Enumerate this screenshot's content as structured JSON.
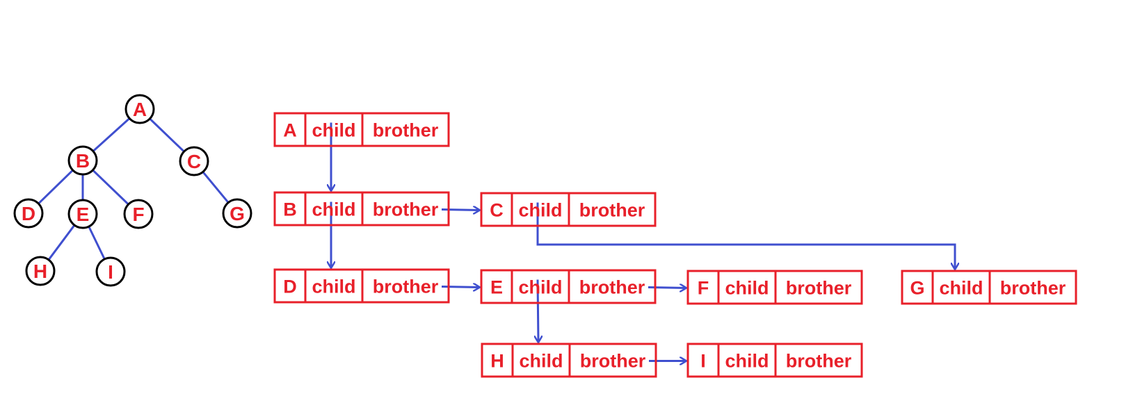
{
  "colors": {
    "node_text": "#e8202a",
    "node_circle_stroke": "#000000",
    "tree_edge": "#3f4fcf",
    "box_stroke": "#e8202a",
    "box_text": "#e8202a",
    "arrow": "#3f4fcf",
    "background": "#ffffff"
  },
  "tree": {
    "nodes": [
      {
        "id": "A",
        "label": "A"
      },
      {
        "id": "B",
        "label": "B"
      },
      {
        "id": "C",
        "label": "C"
      },
      {
        "id": "D",
        "label": "D"
      },
      {
        "id": "E",
        "label": "E"
      },
      {
        "id": "F",
        "label": "F"
      },
      {
        "id": "G",
        "label": "G"
      },
      {
        "id": "H",
        "label": "H"
      },
      {
        "id": "I",
        "label": "I"
      }
    ],
    "edges": [
      [
        "A",
        "B"
      ],
      [
        "A",
        "C"
      ],
      [
        "B",
        "D"
      ],
      [
        "B",
        "E"
      ],
      [
        "B",
        "F"
      ],
      [
        "C",
        "G"
      ],
      [
        "E",
        "H"
      ],
      [
        "E",
        "I"
      ]
    ]
  },
  "records": [
    {
      "id": "A",
      "name": "A",
      "child": "child",
      "brother": "brother"
    },
    {
      "id": "B",
      "name": "B",
      "child": "child",
      "brother": "brother"
    },
    {
      "id": "C",
      "name": "C",
      "child": "child",
      "brother": "brother"
    },
    {
      "id": "D",
      "name": "D",
      "child": "child",
      "brother": "brother"
    },
    {
      "id": "E",
      "name": "E",
      "child": "child",
      "brother": "brother"
    },
    {
      "id": "F",
      "name": "F",
      "child": "child",
      "brother": "brother"
    },
    {
      "id": "G",
      "name": "G",
      "child": "child",
      "brother": "brother"
    },
    {
      "id": "H",
      "name": "H",
      "child": "child",
      "brother": "brother"
    },
    {
      "id": "I",
      "name": "I",
      "child": "child",
      "brother": "brother"
    }
  ],
  "pointers": [
    {
      "from": "A",
      "field": "child",
      "to": "B"
    },
    {
      "from": "B",
      "field": "child",
      "to": "D"
    },
    {
      "from": "B",
      "field": "brother",
      "to": "C"
    },
    {
      "from": "C",
      "field": "child",
      "to": "G"
    },
    {
      "from": "D",
      "field": "brother",
      "to": "E"
    },
    {
      "from": "E",
      "field": "brother",
      "to": "F"
    },
    {
      "from": "E",
      "field": "child",
      "to": "H"
    },
    {
      "from": "H",
      "field": "brother",
      "to": "I"
    }
  ]
}
